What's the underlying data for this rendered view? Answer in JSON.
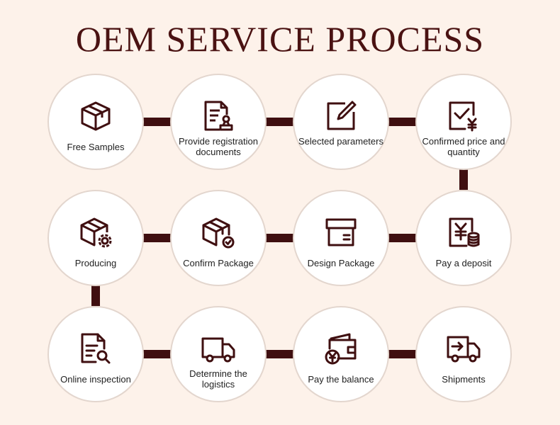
{
  "title": "OEM SERVICE PROCESS",
  "colors": {
    "background": "#fdf2ea",
    "accent": "#3f0f10",
    "circle_border": "#e3d6ce"
  },
  "steps": [
    {
      "label": "Free Samples",
      "icon": "box-icon"
    },
    {
      "label": "Provide registration documents",
      "icon": "document-stamp-icon"
    },
    {
      "label": "Selected parameters",
      "icon": "edit-icon"
    },
    {
      "label": "Confirmed price and quantity",
      "icon": "price-check-icon"
    },
    {
      "label": "Pay a deposit",
      "icon": "yen-coins-icon"
    },
    {
      "label": "Design Package",
      "icon": "package-design-icon"
    },
    {
      "label": "Confirm Package",
      "icon": "package-check-icon"
    },
    {
      "label": "Producing",
      "icon": "box-gear-icon"
    },
    {
      "label": "Online inspection",
      "icon": "document-search-icon"
    },
    {
      "label": "Determine the logistics",
      "icon": "truck-icon"
    },
    {
      "label": "Pay the balance",
      "icon": "wallet-yen-icon"
    },
    {
      "label": "Shipments",
      "icon": "shipment-truck-icon"
    }
  ]
}
